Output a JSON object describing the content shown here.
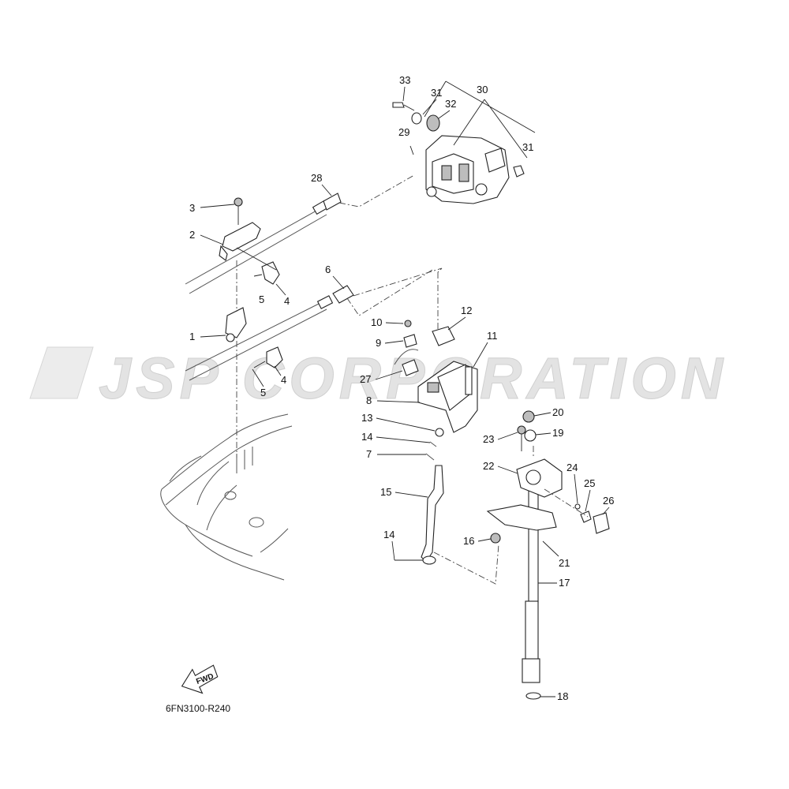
{
  "watermark": {
    "text": "JSP CORPORATION",
    "color": "#e3e3e3"
  },
  "diagram_code": "6FN3100-R240",
  "fwd_arrow_label": "FWD",
  "callouts": {
    "c1": "1",
    "c2": "2",
    "c3": "3",
    "c4a": "4",
    "c4b": "4",
    "c5a": "5",
    "c5b": "5",
    "c6": "6",
    "c7": "7",
    "c8": "8",
    "c9": "9",
    "c10": "10",
    "c11": "11",
    "c12": "12",
    "c13": "13",
    "c14a": "14",
    "c14b": "14",
    "c15": "15",
    "c16": "16",
    "c17": "17",
    "c18": "18",
    "c19": "19",
    "c20": "20",
    "c21": "21",
    "c22": "22",
    "c23": "23",
    "c24": "24",
    "c25": "25",
    "c26": "26",
    "c27": "27",
    "c28": "28",
    "c29": "29",
    "c30": "30",
    "c31a": "31",
    "c31b": "31",
    "c32": "32",
    "c33": "33"
  }
}
